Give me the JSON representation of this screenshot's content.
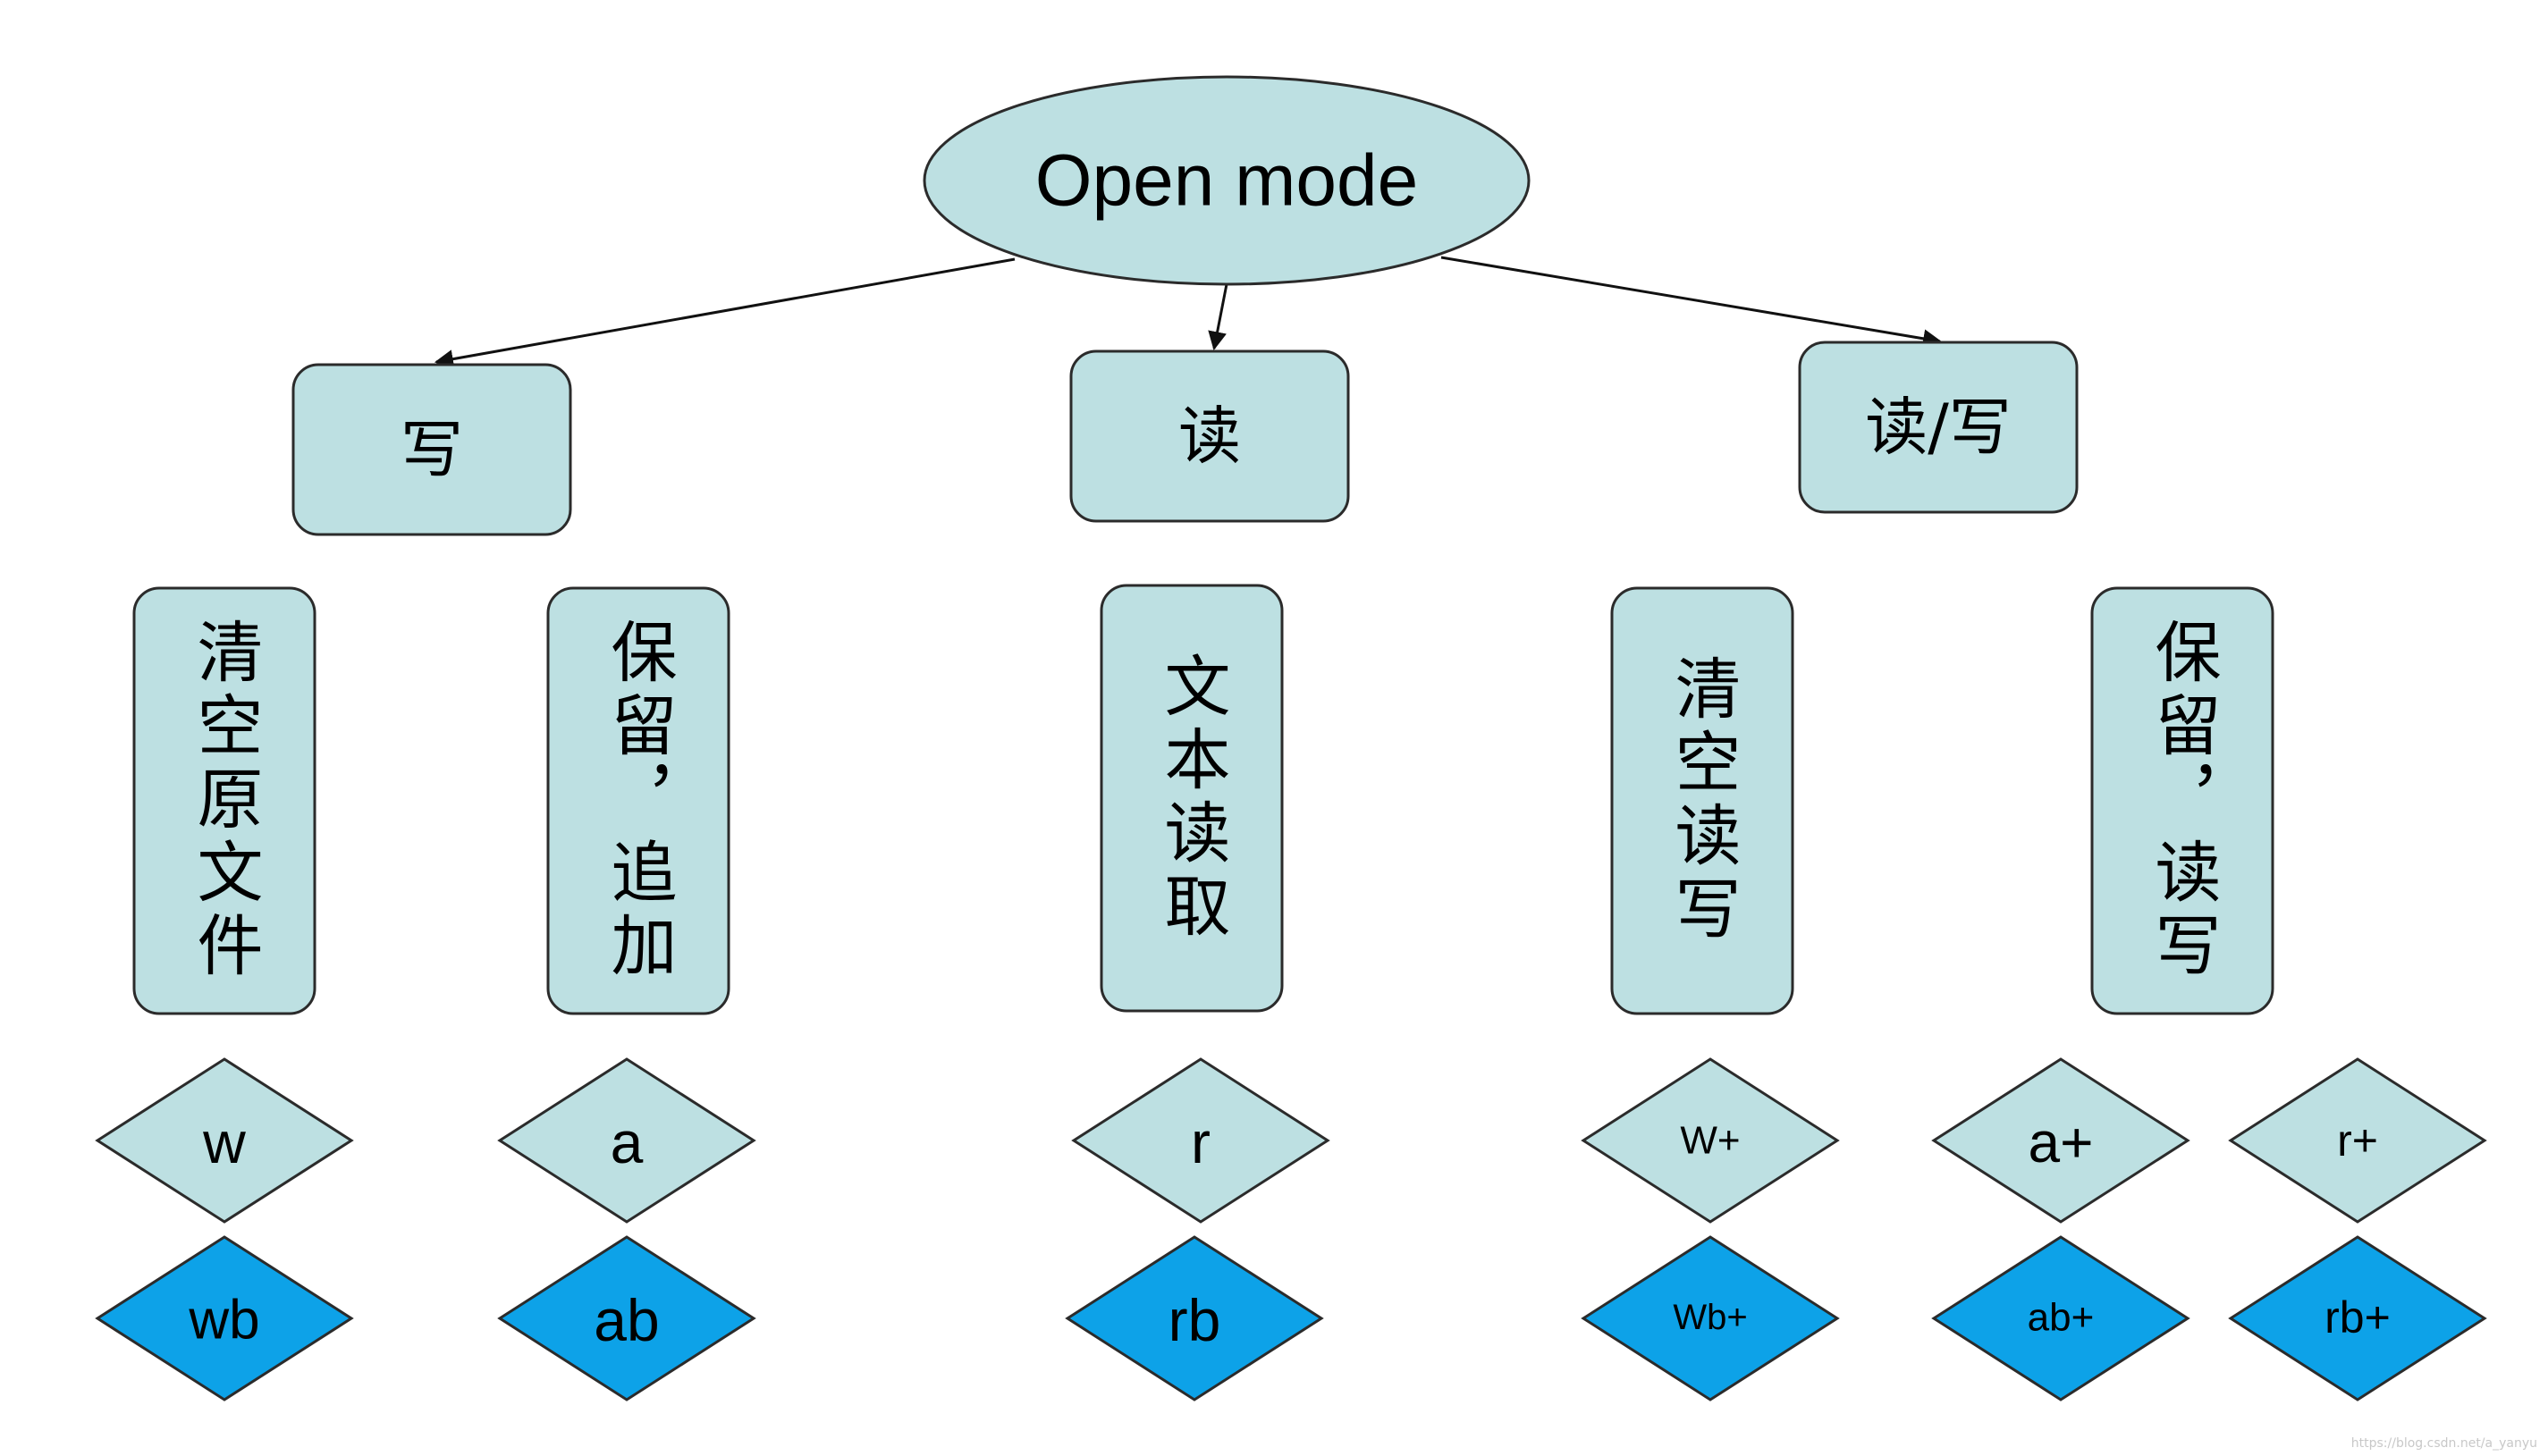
{
  "root": {
    "label": "Open mode"
  },
  "categories": [
    {
      "label": "写"
    },
    {
      "label": "读"
    },
    {
      "label": "读/写"
    }
  ],
  "descriptions": [
    {
      "label": "清空原文件"
    },
    {
      "label": "保留，追加"
    },
    {
      "label": "文本读取"
    },
    {
      "label": "清空读写"
    },
    {
      "label": "保留，读写"
    }
  ],
  "text_modes": [
    {
      "label": "w"
    },
    {
      "label": "a"
    },
    {
      "label": "r"
    },
    {
      "label": "W+"
    },
    {
      "label": "a+"
    },
    {
      "label": "r+"
    }
  ],
  "binary_modes": [
    {
      "label": "wb"
    },
    {
      "label": "ab"
    },
    {
      "label": "rb"
    },
    {
      "label": "Wb+"
    },
    {
      "label": "ab+"
    },
    {
      "label": "rb+"
    }
  ],
  "watermark": "https://blog.csdn.net/a_yanyu",
  "colors": {
    "node_fill": "#bde0e2",
    "binary_fill": "#0da2e8",
    "stroke": "#2b2b2b",
    "background": "#ffffff"
  }
}
